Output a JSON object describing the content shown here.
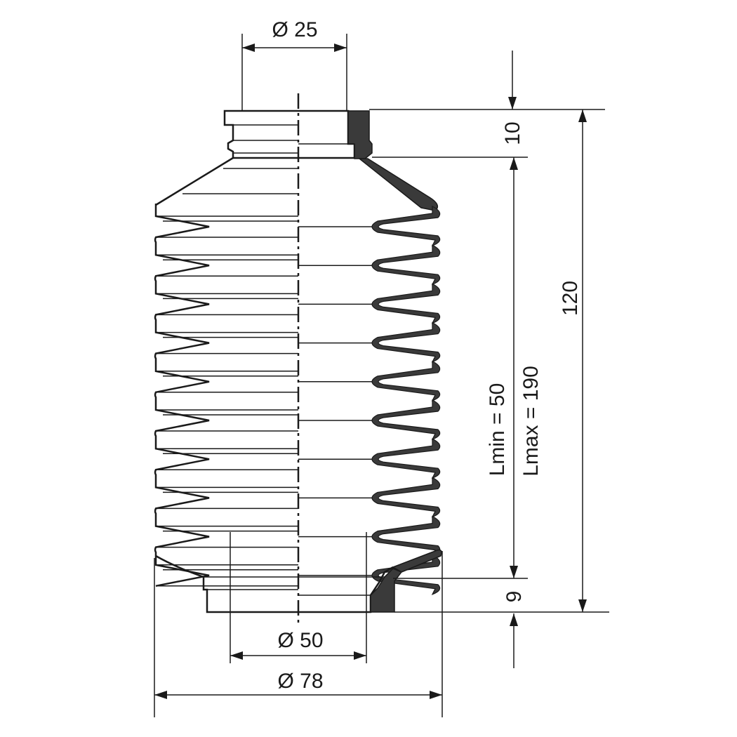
{
  "dimensions": {
    "top_diameter": "Ø 25",
    "top_collar_height": "10",
    "overall_length": "120",
    "lmin": "Lmin = 50",
    "lmax": "Lmax = 190",
    "bottom_collar_height": "9",
    "bottom_inner_diameter": "Ø 50",
    "outer_diameter": "Ø 78"
  },
  "colors": {
    "line": "#1a1a1a",
    "section_fill": "#3a3a3a",
    "background": "#ffffff"
  },
  "drawing": {
    "convolutions": 10,
    "style": "half-section technical drawing of a rubber bellows"
  }
}
